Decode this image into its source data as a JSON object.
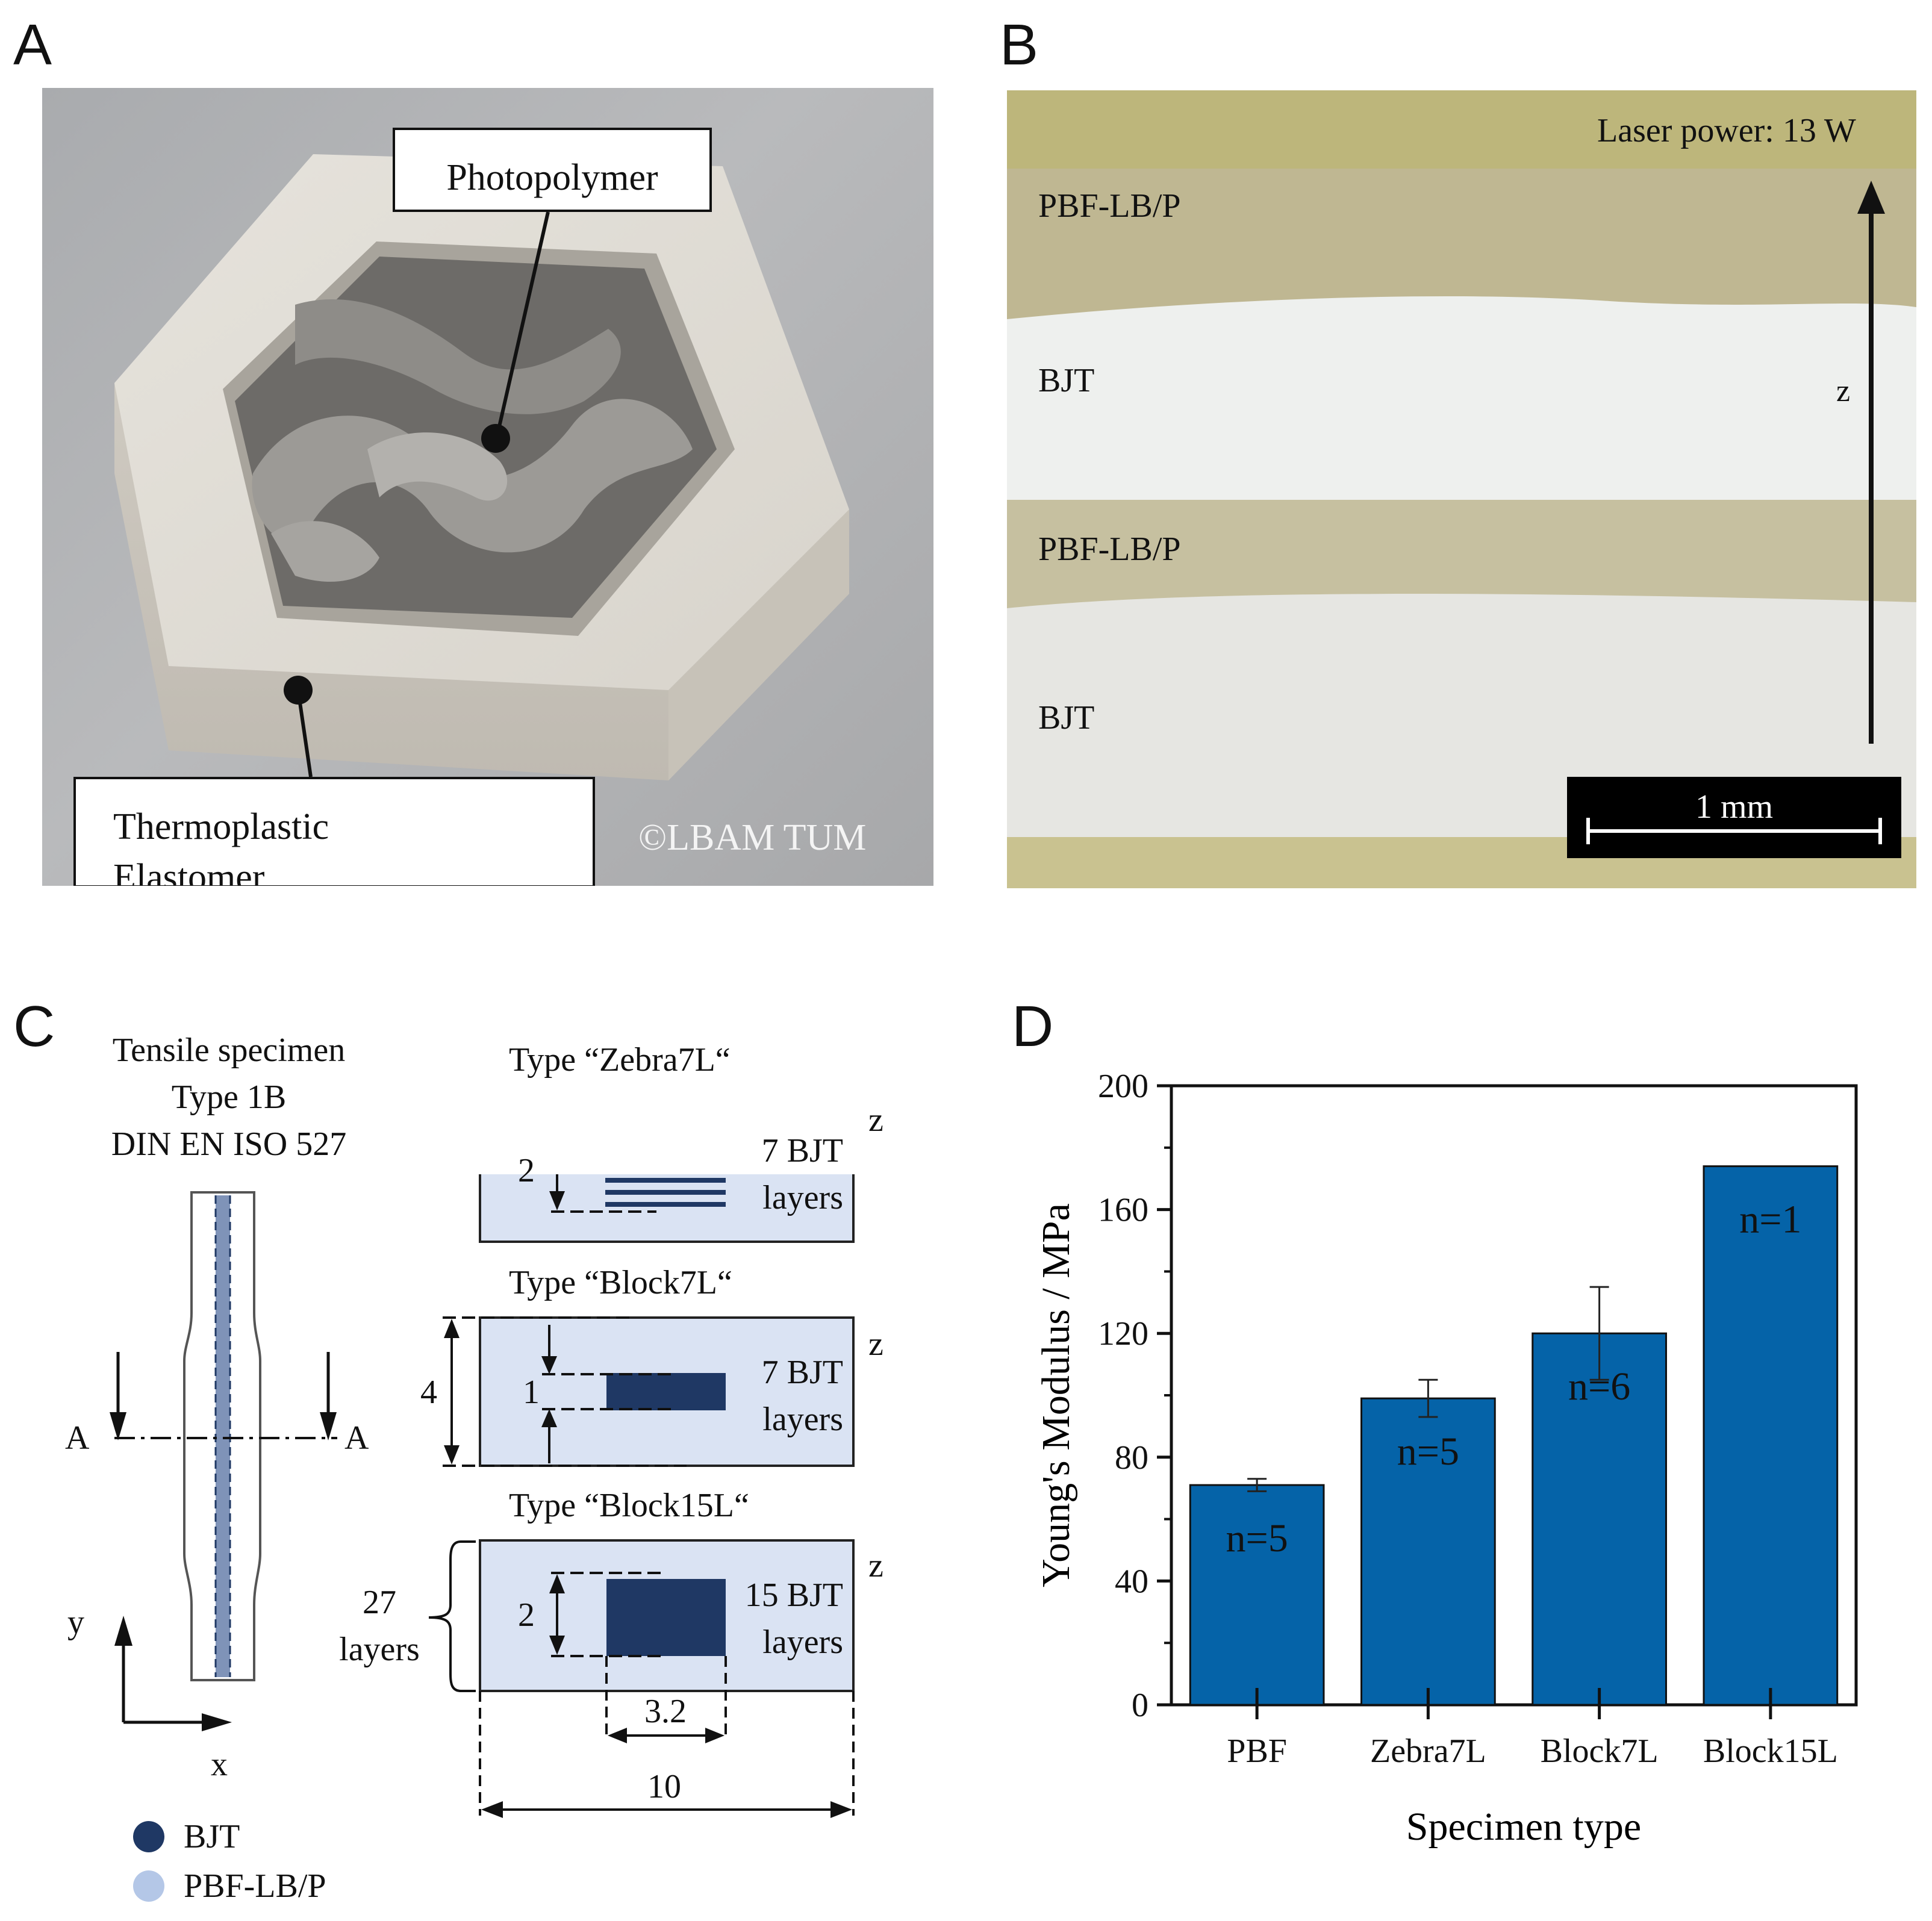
{
  "panels": {
    "a": {
      "letter": "A",
      "callout_top": "Photopolymer",
      "callout_bottom_line1": "Thermoplastic",
      "callout_bottom_line2": "Elastomer",
      "copyright": "©LBAM TUM"
    },
    "b": {
      "letter": "B",
      "laser_power": "Laser power: 13 W",
      "layer1": "PBF-LB/P",
      "layer2": "BJT",
      "layer3": "PBF-LB/P",
      "layer4": "BJT",
      "axis": "z",
      "scale_bar": "1 mm"
    },
    "c": {
      "letter": "C",
      "title_line1": "Tensile specimen",
      "title_line2": "Type 1B",
      "title_line3": "DIN EN ISO 527",
      "section_label": "A",
      "axis_y": "y",
      "axis_x": "x",
      "axis_z": "z",
      "legend": [
        {
          "label": "BJT",
          "color": "#1f3864"
        },
        {
          "label": "PBF-LB/P",
          "color": "#b4c7e7"
        }
      ],
      "types": [
        {
          "title": "Type “Zebra7L“",
          "dim": "2",
          "note_line1": "7 BJT",
          "note_line2": "layers"
        },
        {
          "title": "Type “Block7L“",
          "dim": "1",
          "outer_dim": "4",
          "note_line1": "7 BJT",
          "note_line2": "layers"
        },
        {
          "title": "Type “Block15L“",
          "dim": "2",
          "note_line1": "15 BJT",
          "note_line2": "layers"
        }
      ],
      "layers_count": "27",
      "layers_word": "layers",
      "width_inner": "3.2",
      "width_outer": "10"
    },
    "d": {
      "letter": "D"
    }
  },
  "chart_data": {
    "type": "bar",
    "categories": [
      "PBF",
      "Zebra7L",
      "Block7L",
      "Block15L"
    ],
    "values": [
      71,
      99,
      120,
      174
    ],
    "errors": [
      2,
      6,
      15,
      0
    ],
    "bar_labels": [
      "n=5",
      "n=5",
      "n=6",
      "n=1"
    ],
    "xlabel": "Specimen type",
    "ylabel": "Young's Modulus / MPa",
    "ylim": [
      0,
      200
    ],
    "yticks": [
      0,
      40,
      80,
      120,
      160,
      200
    ],
    "bar_color": "#0563a8",
    "grid": false
  }
}
